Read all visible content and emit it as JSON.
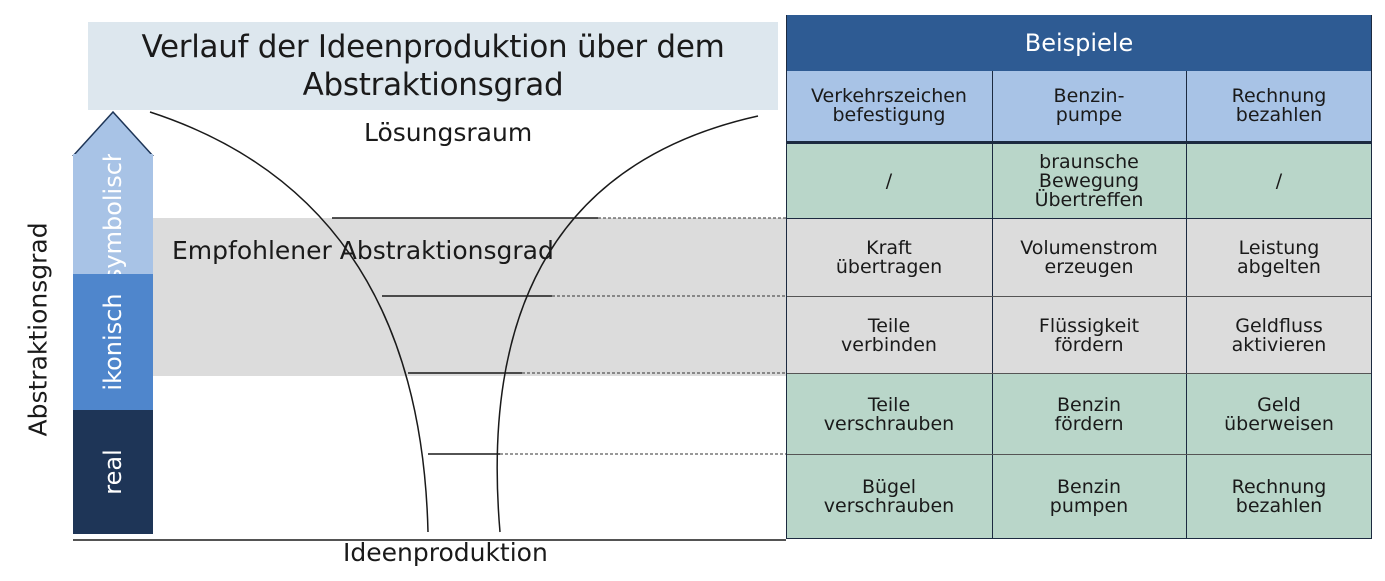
{
  "title": "Verlauf der Ideenproduktion über dem Abstraktionsgrad",
  "loesungsraum": "Lösungsraum",
  "empfohlen": "Empfohlener Abstraktionsgrad",
  "ideenproduktion": "Ideenproduktion",
  "y_axis_label": "Abstraktionsgrad",
  "levels": [
    "symbolisch",
    "ikonisch",
    "real"
  ],
  "colors": {
    "header": "#2e5b93",
    "subheader": "#a8c3e6",
    "green": "#b9d6c9",
    "gray": "#dcdcdc",
    "symbolisch": "#a8c3e6",
    "ikonisch": "#4f86cc",
    "real": "#1e3557"
  },
  "table": {
    "header": "Beispiele",
    "columns": [
      "Verkehrszeichen\nbefestigung",
      "Benzin-\npumpe",
      "Rechnung\nbezahlen"
    ],
    "rows": [
      [
        "/",
        "braunsche\nBewegung\nÜbertreffen",
        "/"
      ],
      [
        "Kraft\nübertragen",
        "Volumenstrom\nerzeugen",
        "Leistung\nabgelten"
      ],
      [
        "Teile\nverbinden",
        "Flüssigkeit\nfördern",
        "Geldfluss\naktivieren"
      ],
      [
        "Teile\nverschrauben",
        "Benzin\nfördern",
        "Geld\nüberweisen"
      ],
      [
        "Bügel\nverschrauben",
        "Benzin\npumpen",
        "Rechnung\nbezahlen"
      ]
    ]
  }
}
